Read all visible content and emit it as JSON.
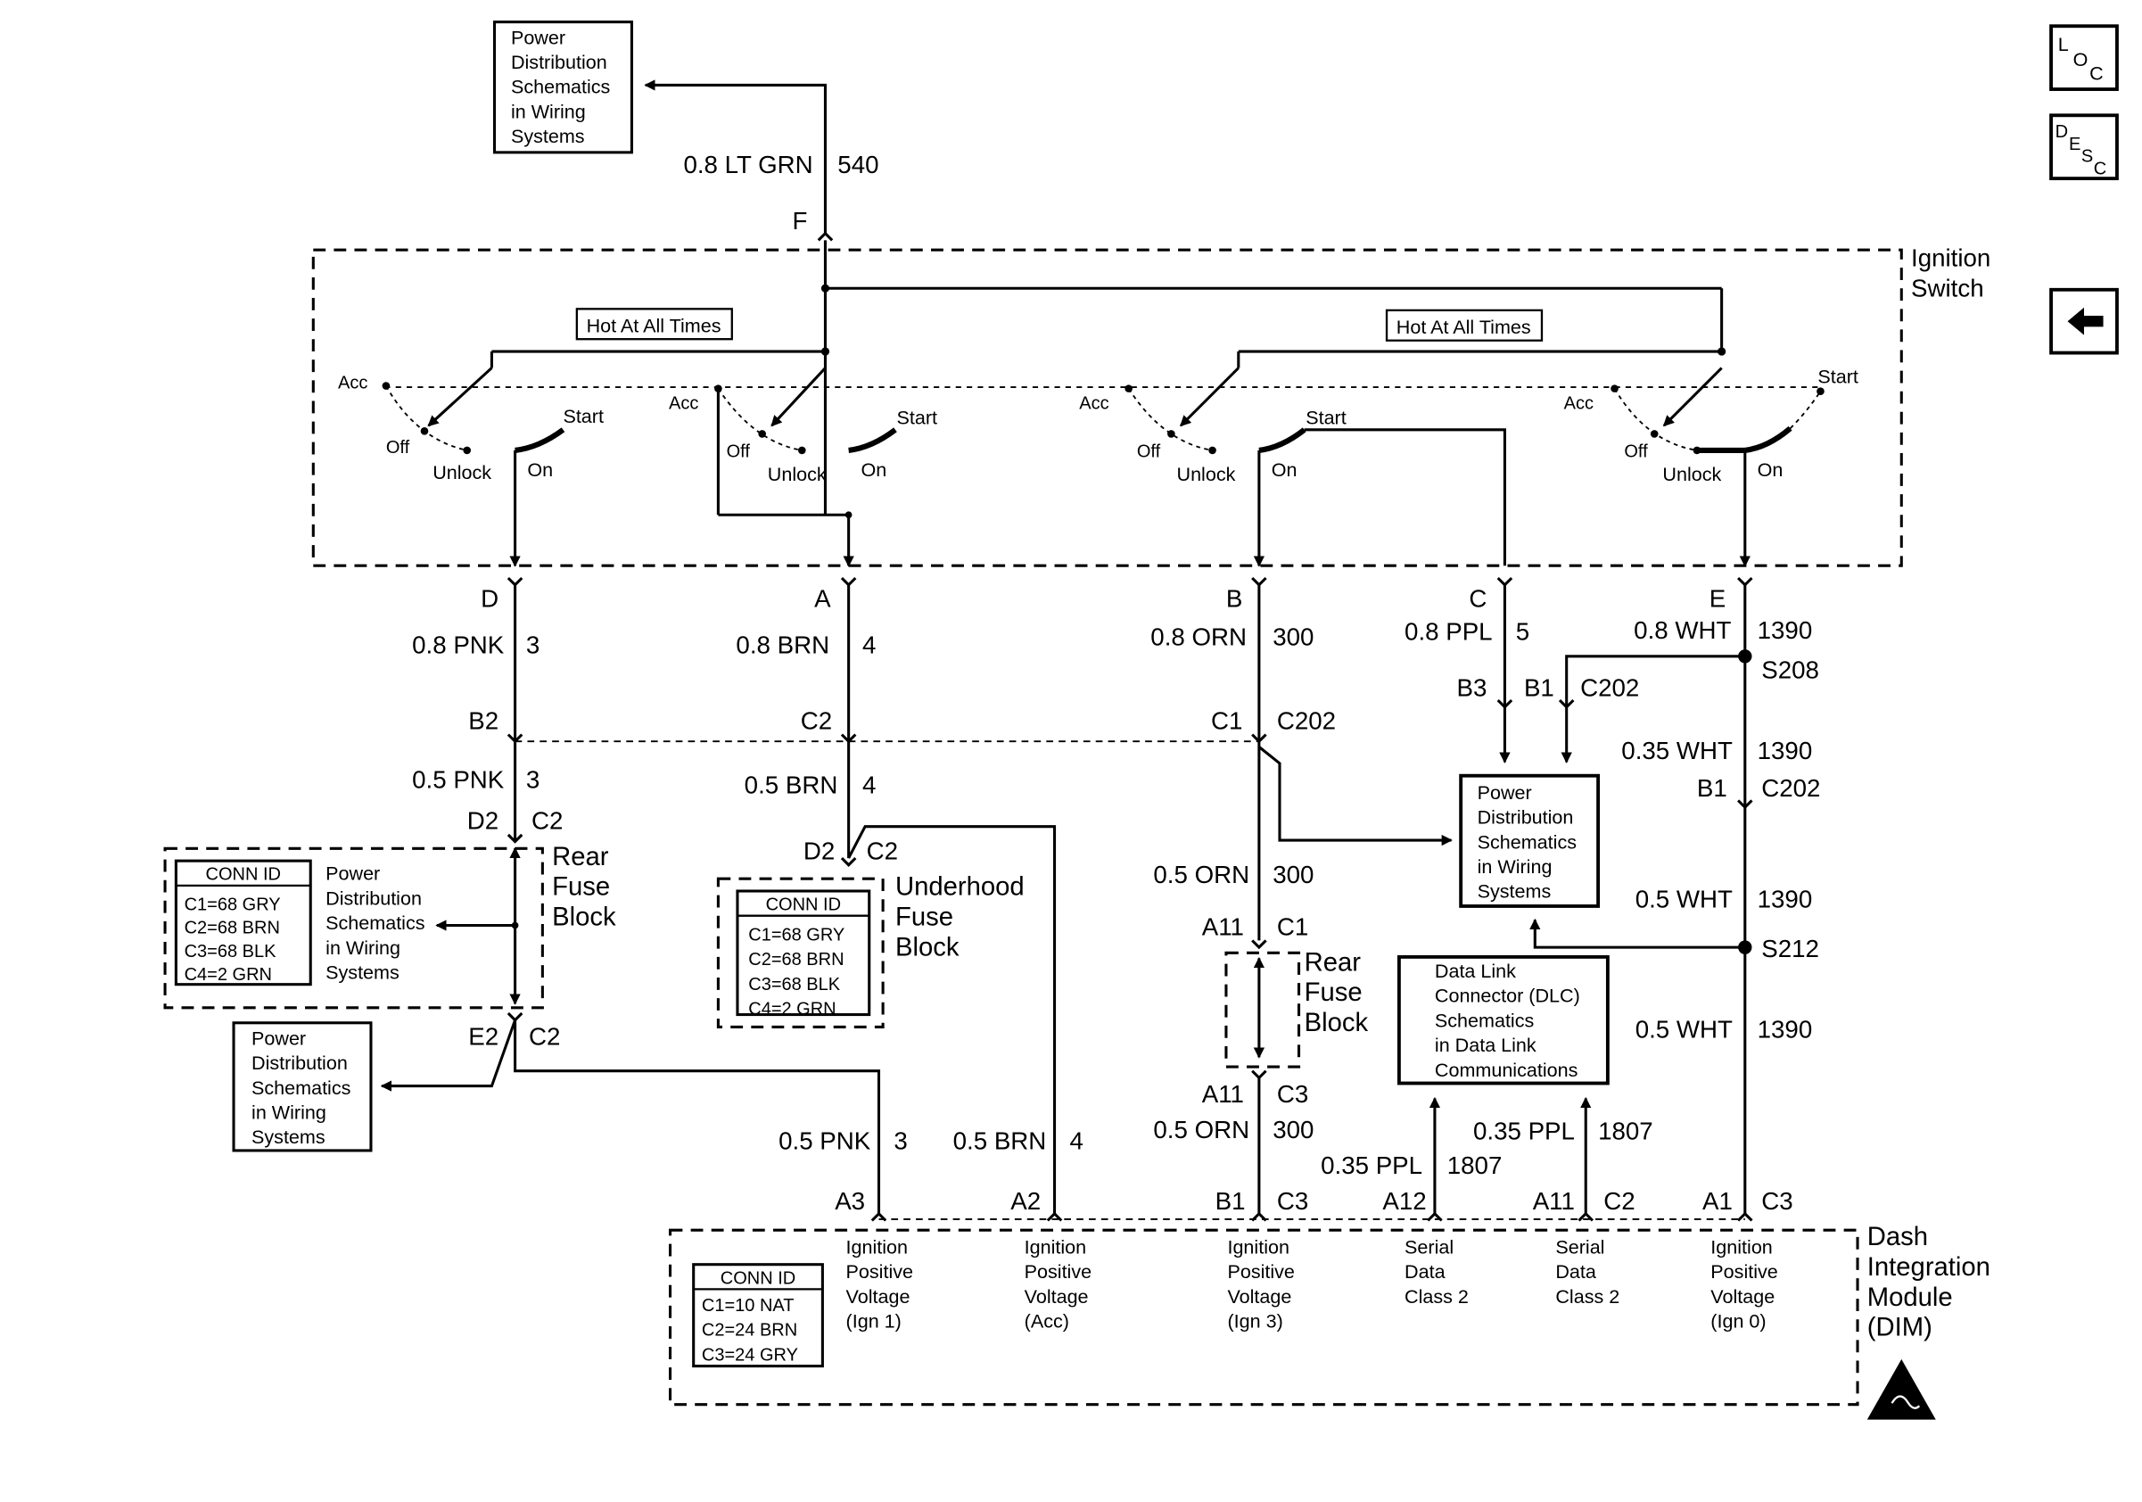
{
  "side_buttons": {
    "loc": [
      "L",
      "O",
      "C"
    ],
    "desc": [
      "D",
      "E",
      "S",
      "C"
    ],
    "back_icon": "left-arrow-icon"
  },
  "top_ref": {
    "lines": [
      "Power",
      "Distribution",
      "Schematics",
      "in Wiring",
      "Systems"
    ],
    "wire": "0.8 LT GRN",
    "circuit": "540",
    "pin": "F"
  },
  "ignition_switch": {
    "title": [
      "Ignition",
      "Switch"
    ],
    "hot_label": "Hot At All Times",
    "positions": {
      "acc": "Acc",
      "off": "Off",
      "unlock": "Unlock",
      "on": "On",
      "start": "Start"
    }
  },
  "wires": {
    "d": {
      "pin": "D",
      "upper_wire": "0.8 PNK",
      "upper_circuit": "3",
      "conn_pin": "B2",
      "lower_wire": "0.5 PNK",
      "lower_circuit": "3",
      "fuse_pin": "D2",
      "fuse_conn": "C2",
      "exit_pin": "E2",
      "exit_conn": "C2",
      "dim_wire": "0.5 PNK",
      "dim_circuit": "3",
      "dim_pin": "A3"
    },
    "a": {
      "pin": "A",
      "upper_wire": "0.8 BRN",
      "upper_circuit": "4",
      "conn_pin": "C2",
      "lower_wire": "0.5 BRN",
      "lower_circuit": "4",
      "fuse_pin": "D2",
      "fuse_conn": "C2",
      "dim_wire": "0.5 BRN",
      "dim_circuit": "4",
      "dim_pin": "A2"
    },
    "b": {
      "pin": "B",
      "upper_wire": "0.8 ORN",
      "upper_circuit": "300",
      "conn_pin": "C1",
      "conn": "C202",
      "mid_wire": "0.5 ORN",
      "mid_circuit": "300",
      "rf_top_pin": "A11",
      "rf_top_conn": "C1",
      "rf_bot_pin": "A11",
      "rf_bot_conn": "C3",
      "lower_wire": "0.5 ORN",
      "lower_circuit": "300",
      "dim_pin": "B1",
      "dim_conn": "C3"
    },
    "c": {
      "pin": "C",
      "wire": "0.8 PPL",
      "circuit": "5",
      "b3_pin": "B3",
      "b1_pin": "B1",
      "conn": "C202"
    },
    "e": {
      "pin": "E",
      "upper_wire": "0.8 WHT",
      "upper_circuit": "1390",
      "splice1": "S208",
      "mid_wire": "0.35 WHT",
      "mid_circuit": "1390",
      "conn_pin": "B1",
      "conn": "C202",
      "wire2": "0.5 WHT",
      "circuit2": "1390",
      "splice2": "S212",
      "wire3": "0.5 WHT",
      "circuit3": "1390",
      "dim_pin": "A1",
      "dim_conn": "C3"
    },
    "serial": {
      "wire_left": "0.35 PPL",
      "circuit_left": "1807",
      "wire_right": "0.35 PPL",
      "circuit_right": "1807",
      "pin_left": "A12",
      "pin_right": "A11",
      "conn_right": "C2"
    }
  },
  "pd_ref_right": {
    "lines": [
      "Power",
      "Distribution",
      "Schematics",
      "in Wiring",
      "Systems"
    ]
  },
  "dlc_ref": {
    "lines": [
      "Data Link",
      "Connector (DLC)",
      "Schematics",
      "in Data Link",
      "Communications"
    ]
  },
  "rear_fuse_block": {
    "title": [
      "Rear",
      "Fuse",
      "Block"
    ],
    "conn_header": "CONN ID",
    "conn_rows": [
      "C1=68 GRY",
      "C2=68 BRN",
      "C3=68 BLK",
      "C4=2 GRN"
    ],
    "ref_lines": [
      "Power",
      "Distribution",
      "Schematics",
      "in Wiring",
      "Systems"
    ]
  },
  "underhood_fuse_block": {
    "title": [
      "Underhood",
      "Fuse",
      "Block"
    ],
    "conn_header": "CONN ID",
    "conn_rows": [
      "C1=68 GRY",
      "C2=68 BRN",
      "C3=68 BLK",
      "C4=2 GRN"
    ]
  },
  "rear_fuse_block_small": {
    "title": [
      "Rear",
      "Fuse",
      "Block"
    ]
  },
  "pd_ref_lower_left": {
    "lines": [
      "Power",
      "Distribution",
      "Schematics",
      "in Wiring",
      "Systems"
    ]
  },
  "dim": {
    "title": [
      "Dash",
      "Integration",
      "Module",
      "(DIM)"
    ],
    "conn_header": "CONN ID",
    "conn_rows": [
      "C1=10 NAT",
      "C2=24 BRN",
      "C3=24 GRY"
    ],
    "pin_labels": [
      [
        "Ignition",
        "Positive",
        "Voltage",
        "(Ign 1)"
      ],
      [
        "Ignition",
        "Positive",
        "Voltage",
        "(Acc)"
      ],
      [
        "Ignition",
        "Positive",
        "Voltage",
        "(Ign 3)"
      ],
      [
        "Serial",
        "Data",
        "Class 2"
      ],
      [
        "Serial",
        "Data",
        "Class 2"
      ],
      [
        "Ignition",
        "Positive",
        "Voltage",
        "(Ign 0)"
      ]
    ],
    "esd_icon": "esd-warning-icon"
  }
}
